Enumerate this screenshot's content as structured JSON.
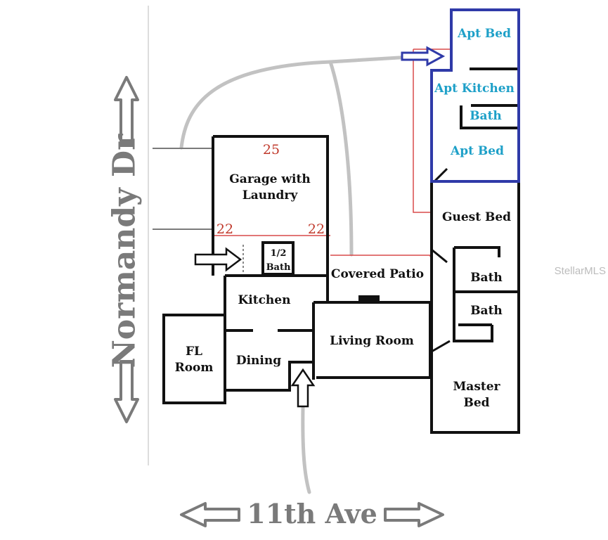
{
  "streets": {
    "side": "Normandy Dr",
    "bottom": "11th Ave"
  },
  "rooms": {
    "garage_line1": "Garage with",
    "garage_line2": "Laundry",
    "half_bath_line1": "1/2",
    "half_bath_line2": "Bath",
    "covered_patio": "Covered Patio",
    "kitchen": "Kitchen",
    "fl_room_line1": "FL",
    "fl_room_line2": "Room",
    "dining": "Dining",
    "living_room": "Living Room",
    "guest_bed": "Guest Bed",
    "bath_upper": "Bath",
    "bath_lower": "Bath",
    "master_line1": "Master",
    "master_line2": "Bed"
  },
  "apartment": {
    "bed_top": "Apt Bed",
    "kitchen": "Apt Kitchen",
    "bath": "Bath",
    "bed_bottom": "Apt Bed"
  },
  "dimensions": {
    "garage_top": "25",
    "garage_left": "22",
    "garage_right": "22"
  },
  "watermark": "StellarMLS",
  "colors": {
    "wall": "#111111",
    "apartment_wall": "#2f3aa8",
    "apartment_text": "#1ea0c8",
    "red_outline": "#d94a4a",
    "path_gray": "#c2c2c2",
    "street_gray": "#7a7a7a"
  }
}
